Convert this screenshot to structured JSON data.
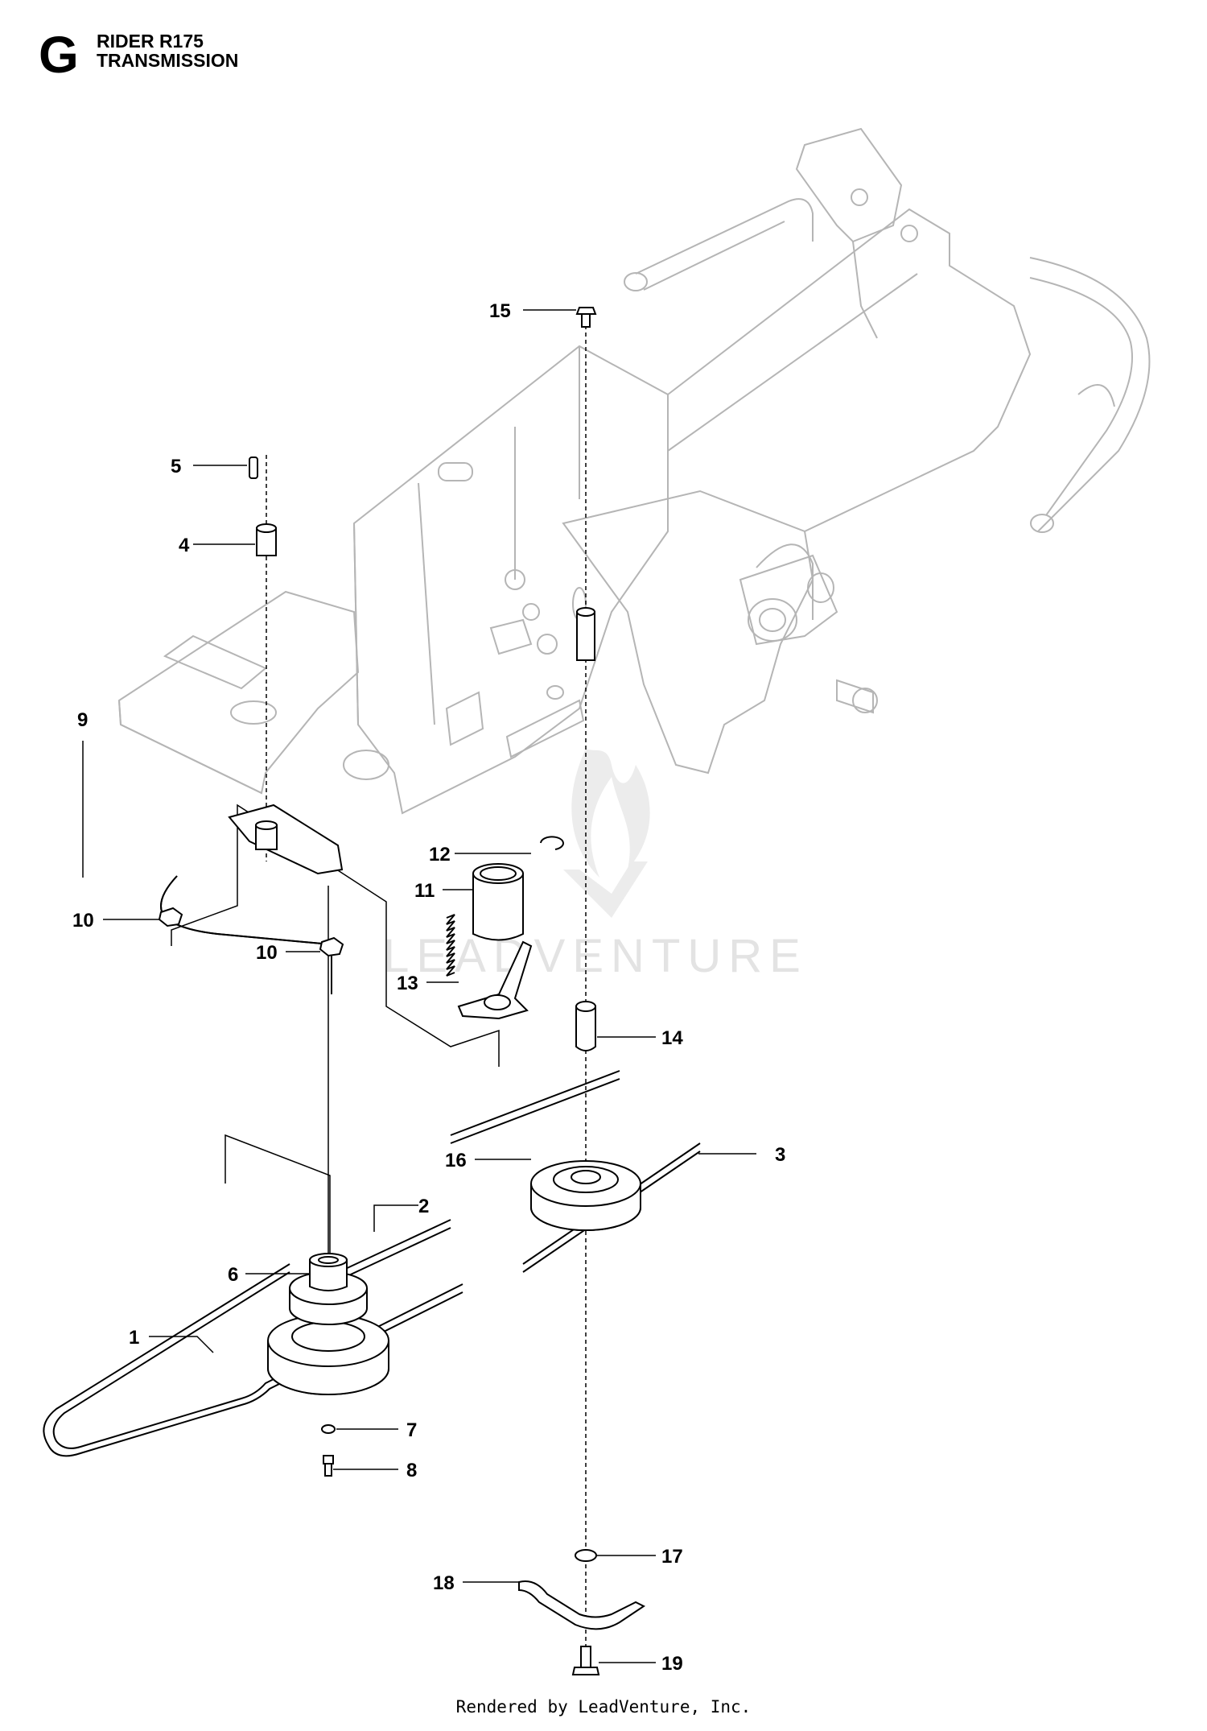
{
  "header": {
    "section_letter": "G",
    "model": "RIDER R175",
    "section": "TRANSMISSION"
  },
  "watermark": "LEADVENTURE",
  "footer": "Rendered by LeadVenture, Inc.",
  "callouts": {
    "c1": "1",
    "c2": "2",
    "c3": "3",
    "c4": "4",
    "c5": "5",
    "c6": "6",
    "c7": "7",
    "c8": "8",
    "c9": "9",
    "c10a": "10",
    "c10b": "10",
    "c11": "11",
    "c12": "12",
    "c13": "13",
    "c14": "14",
    "c15": "15",
    "c16": "16",
    "c17": "17",
    "c18": "18",
    "c19": "19"
  }
}
